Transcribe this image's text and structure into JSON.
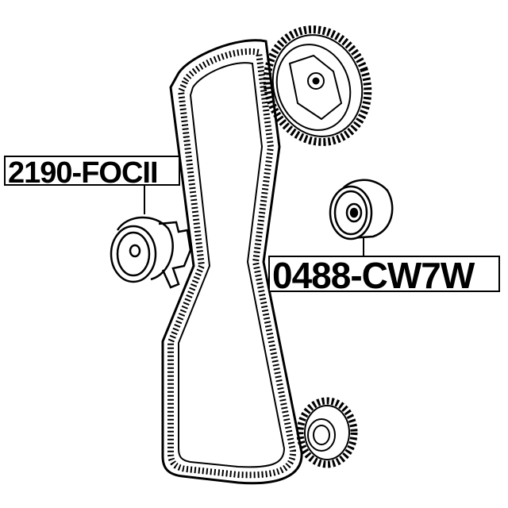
{
  "parts": [
    {
      "part_number": "2190-FOCII",
      "component": "tensioner-pulley"
    },
    {
      "part_number": "0488-CW7W",
      "component": "idler-pulley"
    }
  ]
}
